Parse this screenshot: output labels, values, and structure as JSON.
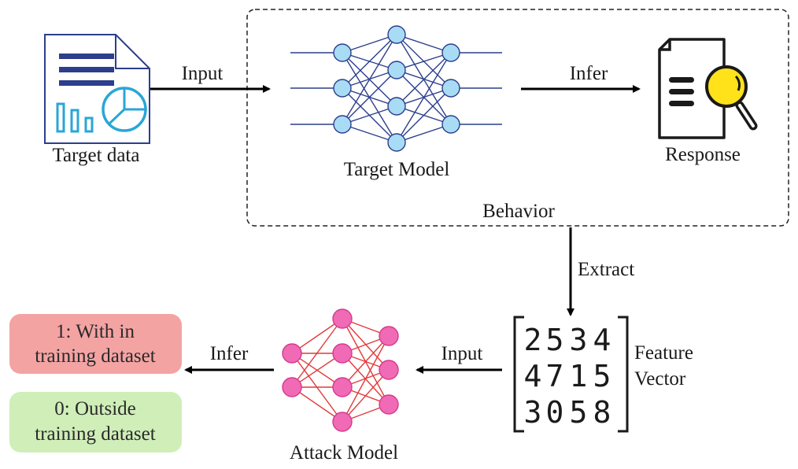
{
  "target_data": {
    "label": "Target data"
  },
  "target_model": {
    "label": "Target Model"
  },
  "response": {
    "label": "Response"
  },
  "behavior": {
    "label": "Behavior"
  },
  "edges": {
    "input_top": "Input",
    "infer_top": "Infer",
    "extract": "Extract",
    "input_bottom": "Input",
    "infer_bottom": "Infer"
  },
  "feature_vector": {
    "label_line1": "Feature",
    "label_line2": "Vector",
    "rows": [
      [
        "2",
        "5",
        "3",
        "4"
      ],
      [
        "4",
        "7",
        "1",
        "5"
      ],
      [
        "3",
        "0",
        "5",
        "8"
      ]
    ]
  },
  "attack_model": {
    "label": "Attack Model"
  },
  "outputs": {
    "in_line1": "1: With in",
    "in_line2": "training dataset",
    "out_line1": "0: Outside",
    "out_line2": "training dataset"
  },
  "colors": {
    "icon_blue": "#2aa6d6",
    "target_node": "#a8dcf5",
    "target_edge": "#2c3e8c",
    "attack_node": "#f06ab5",
    "attack_edge": "#e23a3a",
    "in_box": "#f4a3a3",
    "out_box": "#cfeeb8",
    "magnifier": "#ffe21a"
  }
}
